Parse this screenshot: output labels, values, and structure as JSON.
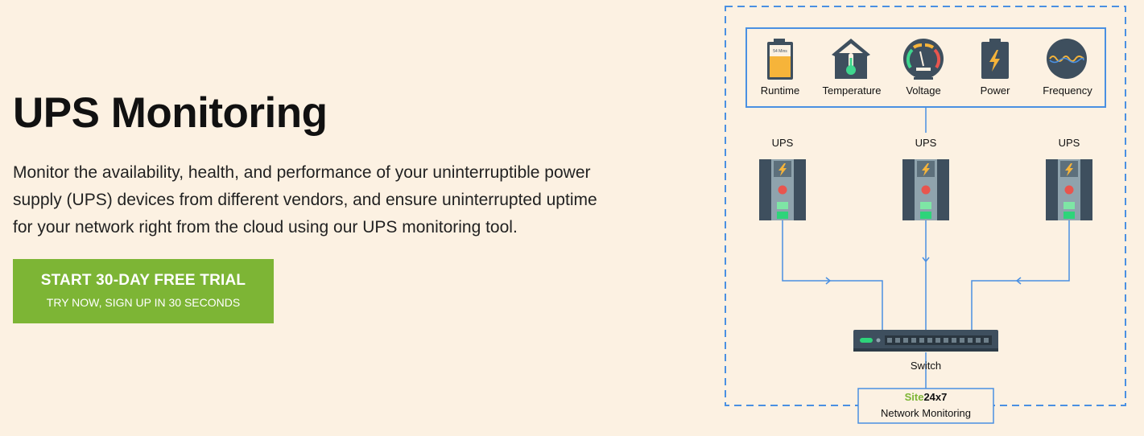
{
  "hero": {
    "title": "UPS Monitoring",
    "description": "Monitor the availability, health, and performance of your uninterruptible power supply (UPS) devices from different vendors, and ensure uninterrupted uptime for your network right from the cloud using our UPS monitoring tool."
  },
  "cta": {
    "main_label": "START 30-DAY FREE TRIAL",
    "sub_label": "TRY NOW, SIGN UP IN 30 SECONDS"
  },
  "diagram": {
    "metrics": [
      {
        "label": "Runtime",
        "icon": "battery-runtime-icon"
      },
      {
        "label": "Temperature",
        "icon": "thermometer-house-icon"
      },
      {
        "label": "Voltage",
        "icon": "gauge-icon"
      },
      {
        "label": "Power",
        "icon": "power-battery-icon"
      },
      {
        "label": "Frequency",
        "icon": "waveform-icon"
      }
    ],
    "battery_text": "54 Mins",
    "ups_label": "UPS",
    "switch_label": "Switch",
    "brand_site": "Site",
    "brand_suffix": "24x7",
    "brand_caption": "Network Monitoring"
  },
  "colors": {
    "background": "#fcf1e2",
    "cta_green": "#7db535",
    "line_blue": "#4a90e2",
    "device_dark": "#3e4f5e",
    "accent_yellow": "#f6b43a"
  }
}
